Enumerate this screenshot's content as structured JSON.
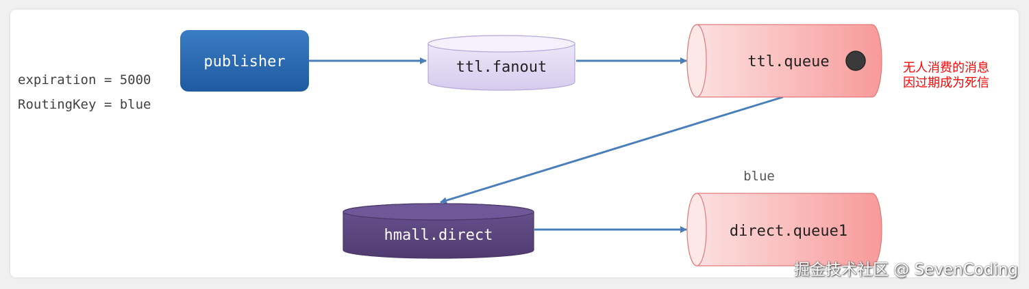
{
  "message": {
    "expiration_text": "expiration = 5000",
    "routing_key_text": "RoutingKey = blue"
  },
  "nodes": {
    "publisher": "publisher",
    "ttl_fanout": "ttl.fanout",
    "ttl_queue": "ttl.queue",
    "hmall_direct": "hmall.direct",
    "direct_queue1": "direct.queue1"
  },
  "edge_labels": {
    "direct_binding": "blue"
  },
  "annotations": {
    "dead_letter_line1": "无人消费的消息",
    "dead_letter_line2": "因过期成为死信"
  },
  "watermark": "掘金技术社区 @ SevenCoding",
  "colors": {
    "publisher_fill": "#2e6bb3",
    "fanout_fill": "#e3dcf2",
    "queue_fill": "#f9a8a8",
    "direct_exchange_fill": "#5d4780",
    "arrow": "#4a7ebb",
    "annotation": "#ff0000"
  }
}
